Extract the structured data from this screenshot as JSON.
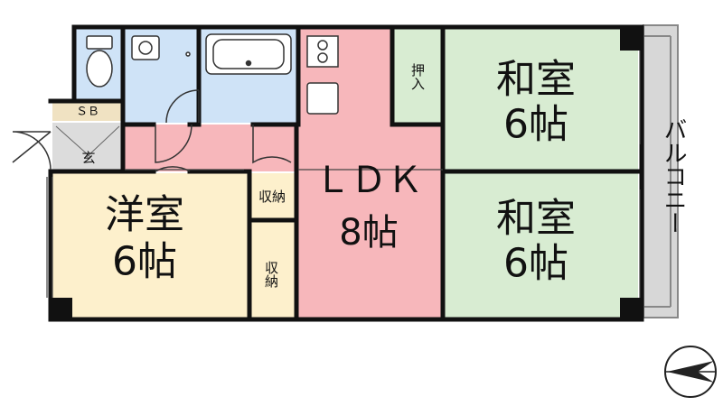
{
  "rooms": {
    "washitsu_top": {
      "name": "和室",
      "size": "6帖"
    },
    "washitsu_bottom": {
      "name": "和室",
      "size": "6帖"
    },
    "ldk": {
      "name": "ＬＤＫ",
      "size": "8帖"
    },
    "youshitsu": {
      "name": "洋室",
      "size": "6帖"
    },
    "balcony": {
      "name": "バルコニー"
    },
    "closet_top": {
      "name": "押入"
    },
    "storage_small": {
      "name": "収納"
    },
    "storage_tall": {
      "name": "収納"
    },
    "entrance": {
      "name": "玄"
    },
    "shoe_box": {
      "name": "ＳＢ"
    }
  },
  "colors": {
    "washitsu": "#d8ecd2",
    "ldk": "#f7b7bb",
    "youshitsu": "#fdf0cc",
    "storage": "#fdf0cc",
    "wet_area": "#cfe3f7",
    "balcony": "#d7d7d7",
    "entrance": "#dcdcdc",
    "shoe_box": "#f0e2c2",
    "wall": "#111111"
  },
  "icons": [
    "toilet-icon",
    "washbasin-icon",
    "bathtub-icon",
    "stove-icon",
    "sink-icon",
    "compass-icon"
  ]
}
